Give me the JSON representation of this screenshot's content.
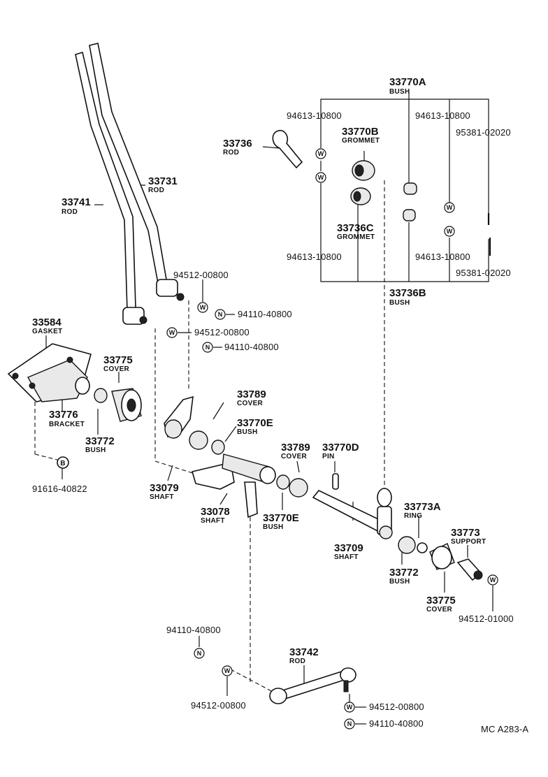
{
  "diagram": {
    "parts": {
      "p33770A": {
        "num": "33770A",
        "name": "BUSH"
      },
      "p94613_tl": {
        "num": "94613-10800"
      },
      "p94613_tr": {
        "num": "94613-10800"
      },
      "p95381_t": {
        "num": "95381-02020"
      },
      "p33736": {
        "num": "33736",
        "name": "ROD"
      },
      "p33770B": {
        "num": "33770B",
        "name": "GROMMET"
      },
      "p33736C": {
        "num": "33736C",
        "name": "GROMMET"
      },
      "p94613_bl": {
        "num": "94613-10800"
      },
      "p94613_br": {
        "num": "94613-10800"
      },
      "p95381_b": {
        "num": "95381-02020"
      },
      "p33736B": {
        "num": "33736B",
        "name": "BUSH"
      },
      "p33731": {
        "num": "33731",
        "name": "ROD"
      },
      "p33741": {
        "num": "33741",
        "name": "ROD"
      },
      "p94512_a": {
        "num": "94512-00800"
      },
      "p94110_a": {
        "num": "94110-40800"
      },
      "p94512_b": {
        "num": "94512-00800"
      },
      "p94110_b": {
        "num": "94110-40800"
      },
      "p33584": {
        "num": "33584",
        "name": "GASKET"
      },
      "p33775_l": {
        "num": "33775",
        "name": "COVER"
      },
      "p33776": {
        "num": "33776",
        "name": "BRACKET"
      },
      "p33772_l": {
        "num": "33772",
        "name": "BUSH"
      },
      "p91616": {
        "num": "91616-40822"
      },
      "p33789_a": {
        "num": "33789",
        "name": "COVER"
      },
      "p33770E_a": {
        "num": "33770E",
        "name": "BUSH"
      },
      "p33789_b": {
        "num": "33789",
        "name": "COVER"
      },
      "p33770D": {
        "num": "33770D",
        "name": "PIN"
      },
      "p33079": {
        "num": "33079",
        "name": "SHAFT"
      },
      "p33078": {
        "num": "33078",
        "name": "SHAFT"
      },
      "p33770E_b": {
        "num": "33770E",
        "name": "BUSH"
      },
      "p33709": {
        "num": "33709",
        "name": "SHAFT"
      },
      "p33773A": {
        "num": "33773A",
        "name": "RING"
      },
      "p33773": {
        "num": "33773",
        "name": "SUPPORT"
      },
      "p33772_r": {
        "num": "33772",
        "name": "BUSH"
      },
      "p33775_r": {
        "num": "33775",
        "name": "COVER"
      },
      "p94512_r": {
        "num": "94512-01000"
      },
      "p94110_c": {
        "num": "94110-40800"
      },
      "p33742": {
        "num": "33742",
        "name": "ROD"
      },
      "p94512_c": {
        "num": "94512-00800"
      },
      "p94512_d": {
        "num": "94512-00800"
      },
      "p94110_d": {
        "num": "94110-40800"
      }
    },
    "symbols": {
      "washer": "W",
      "nut": "N",
      "bolt": "B"
    },
    "diagram_code": "MC A283-A"
  }
}
